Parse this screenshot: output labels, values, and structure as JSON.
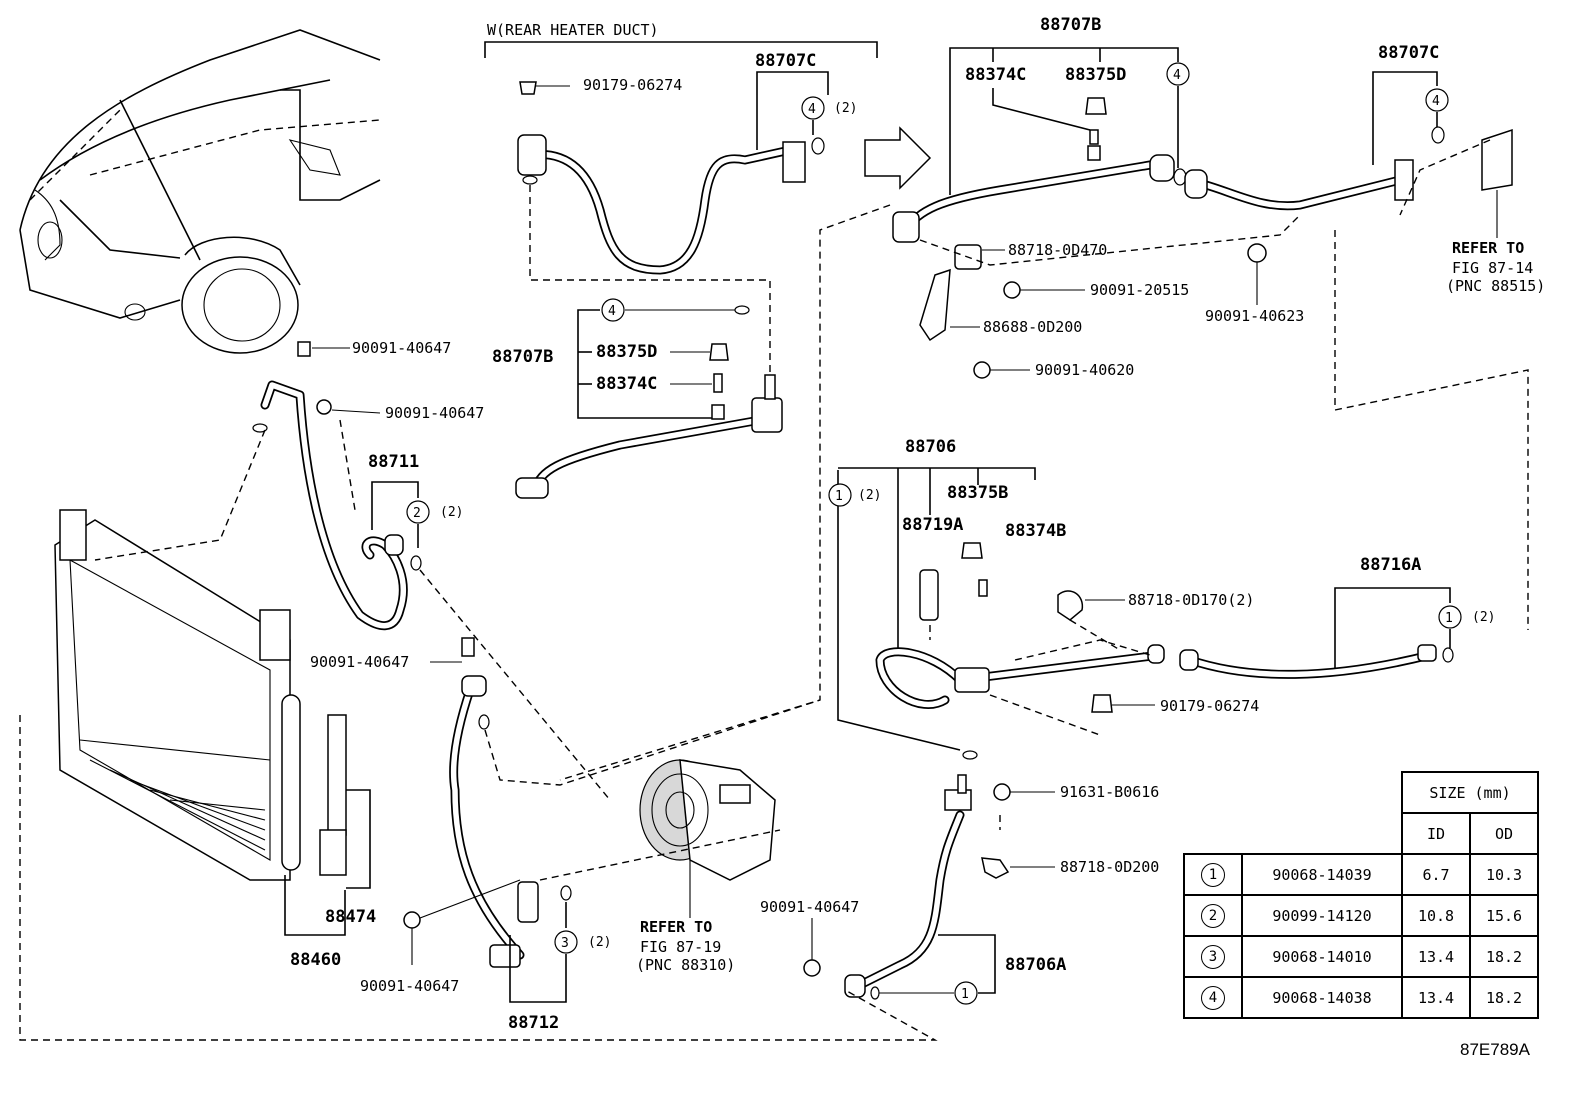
{
  "labels": {
    "rear_heater_duct": "W(REAR HEATER DUCT)",
    "p88707B_top": "88707B",
    "p88707C_mid": "88707C",
    "p88707C_right": "88707C",
    "p88374C_top": "88374C",
    "p88375D_top": "88375D",
    "p90179_top": "90179-06274",
    "p88718_0D470": "88718-0D470",
    "p90091_20515": "90091-20515",
    "p88688_0D200": "88688-0D200",
    "p90091_40620": "90091-40620",
    "p90091_40623": "90091-40623",
    "refer_to_a": "REFER TO",
    "fig_87_14": "FIG 87-14",
    "pnc_88515": "(PNC 88515)",
    "p90091_40647_a": "90091-40647",
    "p90091_40647_b": "90091-40647",
    "p88707B_left": "88707B",
    "p88375D_left": "88375D",
    "p88374C_left": "88374C",
    "p88711": "88711",
    "p88706": "88706",
    "p88375B": "88375B",
    "p88719A": "88719A",
    "p88374B": "88374B",
    "p88716A": "88716A",
    "p88718_0D170": "88718-0D170(2)",
    "p90179_right": "90179-06274",
    "p90091_40647_c": "90091-40647",
    "p91631_B0616": "91631-B0616",
    "p88718_0D200": "88718-0D200",
    "p90091_40647_d": "90091-40647",
    "p90091_40647_e": "90091-40647",
    "p88474": "88474",
    "p88460": "88460",
    "p88712": "88712",
    "p88706A": "88706A",
    "refer_to_b": "REFER TO",
    "fig_87_19": "FIG 87-19",
    "pnc_88310": "(PNC 88310)",
    "qty2": "(2)",
    "drawing_code": "87E789A"
  },
  "markers": {
    "m1": "1",
    "m2": "2",
    "m3": "3",
    "m4": "4"
  },
  "size_table": {
    "header": "SIZE (mm)",
    "col_id": "ID",
    "col_od": "OD",
    "rows": [
      {
        "marker": "1",
        "part": "90068-14039",
        "id": "6.7",
        "od": "10.3"
      },
      {
        "marker": "2",
        "part": "90099-14120",
        "id": "10.8",
        "od": "15.6"
      },
      {
        "marker": "3",
        "part": "90068-14010",
        "id": "13.4",
        "od": "18.2"
      },
      {
        "marker": "4",
        "part": "90068-14038",
        "id": "13.4",
        "od": "18.2"
      }
    ]
  }
}
